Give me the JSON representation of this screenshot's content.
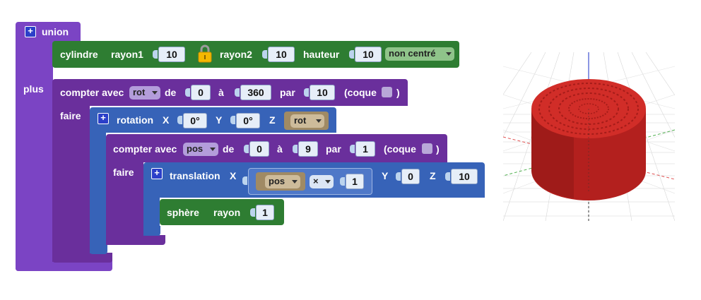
{
  "union": {
    "label": "union",
    "plus_label": "plus"
  },
  "cylinder": {
    "label": "cylindre",
    "r1_label": "rayon1",
    "r1": "10",
    "r2_label": "rayon2",
    "r2": "10",
    "h_label": "hauteur",
    "h": "10",
    "center": "non centré"
  },
  "loop1": {
    "label": "compter avec",
    "var": "rot",
    "from_label": "de",
    "from": "0",
    "to_label": "à",
    "to": "360",
    "step_label": "par",
    "step": "10",
    "hull_open": "(coque",
    "hull_close": ")",
    "do_label": "faire"
  },
  "rotation": {
    "label": "rotation",
    "x_label": "X",
    "x": "0°",
    "y_label": "Y",
    "y": "0°",
    "z_label": "Z",
    "z": "rot"
  },
  "loop2": {
    "label": "compter avec",
    "var": "pos",
    "from_label": "de",
    "from": "0",
    "to_label": "à",
    "to": "9",
    "step_label": "par",
    "step": "1",
    "hull_open": "(coque",
    "hull_close": ")",
    "do_label": "faire"
  },
  "translation": {
    "label": "translation",
    "x_label": "X",
    "x_var": "pos",
    "x_op": "×",
    "x_factor": "1",
    "y_label": "Y",
    "y": "0",
    "z_label": "Z",
    "z": "10"
  },
  "sphere": {
    "label": "sphère",
    "r_label": "rayon",
    "r": "1"
  },
  "colors": {
    "union": "#7b44c4",
    "loop": "#6a2f9c",
    "cylinder": "#2e7d32",
    "transform": "#3763b8",
    "variable": "#a08a64",
    "dropdown_green": "#8fc48a",
    "model": "#c62828"
  }
}
